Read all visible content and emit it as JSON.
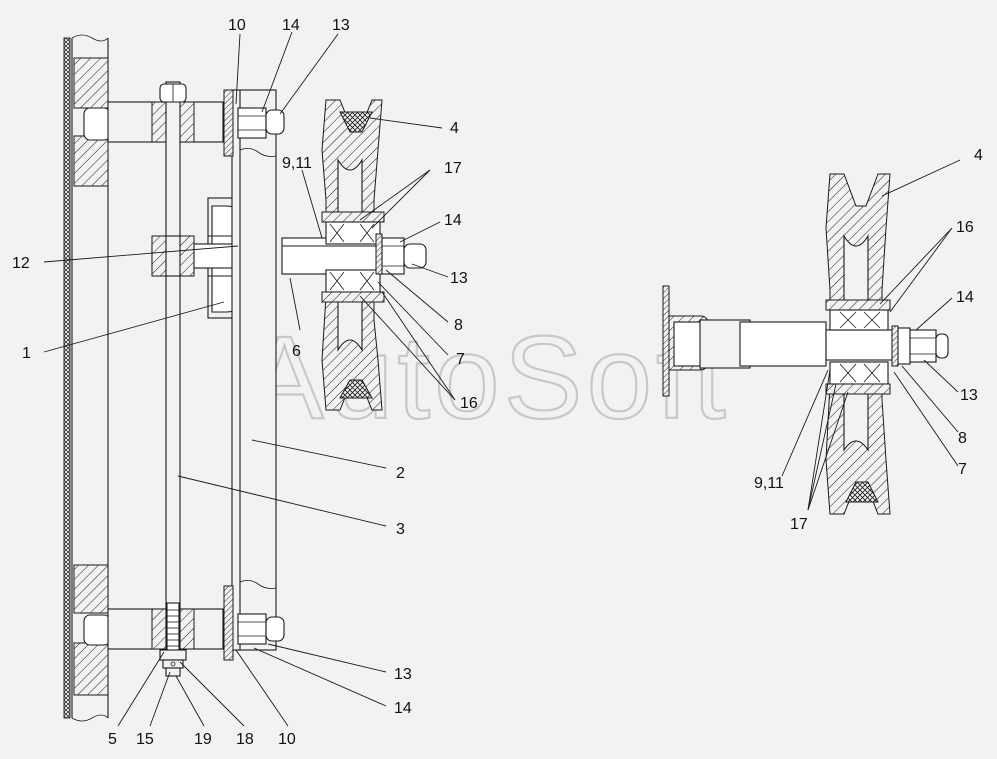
{
  "watermark": "AutoSoft",
  "labels_left": [
    {
      "id": "l10a",
      "text": "10"
    },
    {
      "id": "l14a",
      "text": "14"
    },
    {
      "id": "l13a",
      "text": "13"
    },
    {
      "id": "l4a",
      "text": "4"
    },
    {
      "id": "l911a",
      "text": "9,11"
    },
    {
      "id": "l17a",
      "text": "17"
    },
    {
      "id": "l14b",
      "text": "14"
    },
    {
      "id": "l12",
      "text": "12"
    },
    {
      "id": "l13b",
      "text": "13"
    },
    {
      "id": "l8a",
      "text": "8"
    },
    {
      "id": "l1",
      "text": "1"
    },
    {
      "id": "l6",
      "text": "6"
    },
    {
      "id": "l7a",
      "text": "7"
    },
    {
      "id": "l16a",
      "text": "16"
    },
    {
      "id": "l2",
      "text": "2"
    },
    {
      "id": "l3",
      "text": "3"
    },
    {
      "id": "l13c",
      "text": "13"
    },
    {
      "id": "l14c",
      "text": "14"
    },
    {
      "id": "l5",
      "text": "5"
    },
    {
      "id": "l15",
      "text": "15"
    },
    {
      "id": "l19",
      "text": "19"
    },
    {
      "id": "l18",
      "text": "18"
    },
    {
      "id": "l10b",
      "text": "10"
    }
  ],
  "labels_right": [
    {
      "id": "r4",
      "text": "4"
    },
    {
      "id": "r16",
      "text": "16"
    },
    {
      "id": "r14",
      "text": "14"
    },
    {
      "id": "r13",
      "text": "13"
    },
    {
      "id": "r8",
      "text": "8"
    },
    {
      "id": "r7",
      "text": "7"
    },
    {
      "id": "r911",
      "text": "9,11"
    },
    {
      "id": "r17",
      "text": "17"
    }
  ]
}
